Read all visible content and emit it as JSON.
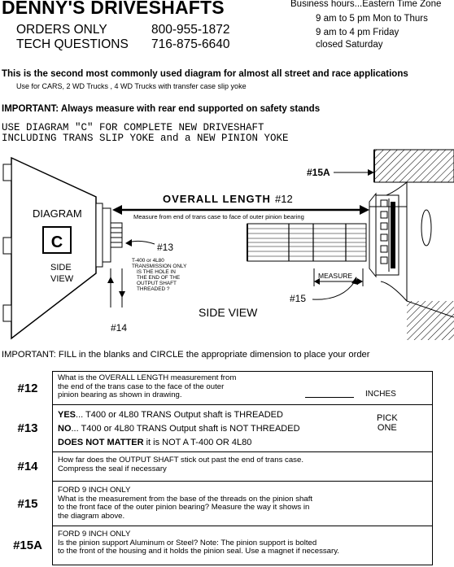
{
  "header": {
    "brand": "DENNY'S DRIVESHAFTS",
    "orders_label": "ORDERS ONLY",
    "orders_phone": "800-955-1872",
    "tech_label": "TECH QUESTIONS",
    "tech_phone": "716-875-6640",
    "hours_title": "Business hours...Eastern Time Zone",
    "hours_1": "9 am to 5 pm Mon to Thurs",
    "hours_2": "9 am to 4 pm Friday",
    "hours_3": "closed Saturday"
  },
  "intro": {
    "line1": "This is the second most commonly used diagram for almost all street and race applications",
    "line2": "Use for CARS, 2 WD Trucks , 4 WD Trucks with transfer case slip yoke",
    "important": "IMPORTANT: Always measure with rear end supported on safety stands",
    "use1": "USE DIAGRAM \"C\" FOR COMPLETE NEW DRIVESHAFT",
    "use2": "INCLUDING TRANS SLIP YOKE and a NEW PINION YOKE"
  },
  "diagram": {
    "title": "DIAGRAM",
    "letter": "C",
    "side": "SIDE",
    "view": "VIEW",
    "overall": "OVERALL  LENGTH",
    "overall_num": "#12",
    "measure_note": "Measure from end of trans case to face of outer pinion bearing",
    "n13": "#13",
    "t400_1": "T-400 or 4L80",
    "t400_2": "TRANSMISSION ONLY",
    "t400_3": "IS THE HOLE IN",
    "t400_4": "THE END OF THE",
    "t400_5": "OUTPUT SHAFT",
    "t400_6": "THREADED ?",
    "n14": "#14",
    "n15": "#15",
    "n15a": "#15A",
    "measure": "MEASURE",
    "side_view": "SIDE VIEW"
  },
  "instruction": "IMPORTANT:  FILL in the blanks and CIRCLE the appropriate dimension to place your order",
  "form": {
    "q12": {
      "label": "#12",
      "l1": "What is the OVERALL LENGTH measurement from",
      "l2": "the end of the trans case to the face of the outer",
      "l3": "pinion bearing as shown in drawing.",
      "unit": "INCHES"
    },
    "q13": {
      "label": "#13",
      "yes_a": "YES",
      "yes_b": "...  T400 or 4L80 TRANS Output shaft is THREADED",
      "no_a": "NO",
      "no_b": "...   T400 or 4L80 TRANS Output shaft is NOT THREADED",
      "dm_a": "DOES NOT MATTER",
      "dm_b": " it is NOT A T-400 OR 4L80",
      "pick": "PICK",
      "one": "ONE"
    },
    "q14": {
      "label": "#14",
      "l1": "How far does the OUTPUT SHAFT stick out past the end of trans case.",
      "l2": "Compress the seal if necessary"
    },
    "q15": {
      "label": "#15",
      "l1": "FORD 9 INCH ONLY",
      "l2": "What is the measurement from the base of the threads on the pinion shaft",
      "l3": "to the front face of the outer pinion bearing? Measure the way it shows in",
      "l4": "the diagram above."
    },
    "q15a": {
      "label": "#15A",
      "l1": "FORD 9 INCH ONLY",
      "l2": "Is the pinion support Aluminum or Steel? Note: The pinion support is bolted",
      "l3": "to the front of the housing and it holds the pinion seal. Use a magnet if necessary."
    }
  }
}
